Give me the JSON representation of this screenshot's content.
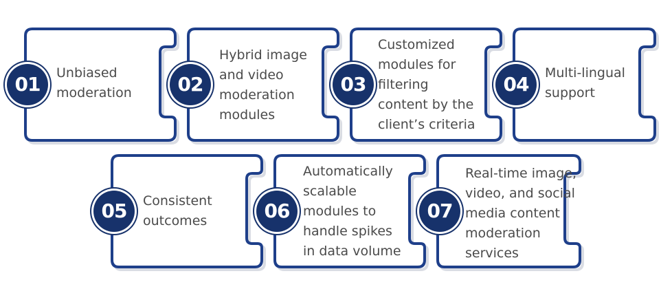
{
  "diagram": {
    "border_color": "#1e3f8a",
    "badge_color": "#17326b",
    "text_color": "#4a4a4a",
    "items": [
      {
        "number": "01",
        "text": "Unbiased\nmoderation"
      },
      {
        "number": "02",
        "text": "Hybrid image\nand video\nmoderation\nmodules"
      },
      {
        "number": "03",
        "text": "Customized\nmodules for\nfiltering\ncontent by the\nclient’s criteria"
      },
      {
        "number": "04",
        "text": "Multi-lingual\nsupport"
      },
      {
        "number": "05",
        "text": "Consistent\noutcomes"
      },
      {
        "number": "06",
        "text": "Automatically\nscalable\nmodules to\nhandle spikes\nin data volume"
      },
      {
        "number": "07",
        "text": "Real-time image,\nvideo, and social\nmedia content\nmoderation\nservices"
      }
    ]
  }
}
